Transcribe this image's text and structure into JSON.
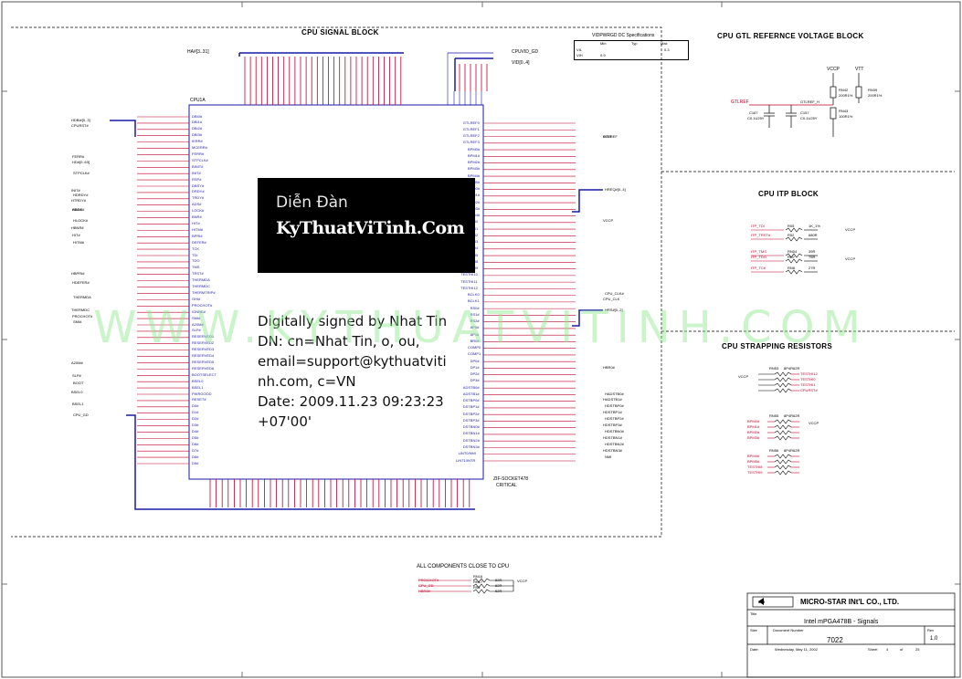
{
  "blocks": {
    "cpu_signal": "CPU SIGNAL BLOCK",
    "gtl_ref": "CPU GTL REFERNCE VOLTAGE BLOCK",
    "itp": "CPU ITP BLOCK",
    "strapping": "CPU STRAPPING RESISTORS",
    "close_to_cpu": "ALL COMPONENTS CLOSE TO CPU"
  },
  "logo": {
    "line1": "Diễn Đàn",
    "line2": "KyThuatViTinh.Com"
  },
  "signature": [
    "Digitally signed by Nhat Tin",
    "DN: cn=Nhat Tin, o, ou,",
    "email=support@kythuatviti",
    "nh.com, c=VN",
    "Date: 2009.11.23 09:23:23",
    "+07'00'"
  ],
  "watermark": "WWW.KYTHUATVITINH.COM",
  "vid_spec": {
    "title": "VIDPWRGD DC Specifications",
    "headers": [
      "Min",
      "Typ",
      "Max"
    ],
    "rows": [
      {
        "name": "VIL",
        "min": "",
        "typ": "",
        "max": "0.3"
      },
      {
        "name": "VIH",
        "min": "0.9",
        "typ": "",
        "max": ""
      }
    ]
  },
  "cpu": {
    "ref": "CPU1A",
    "part": "ZIF-SOCKET478",
    "grade": "CRITICAL"
  },
  "left_signals": [
    "HDBI#[0..3]",
    "FERR#",
    "STPCLK#",
    "INIT#",
    "ADS#",
    "HDRDY#",
    "HTRDY#",
    "HADS#",
    "HLOCK#",
    "HBNR#",
    "HIT#",
    "HITM#",
    "HBPRI#",
    "HDEFER#",
    "THERMDA",
    "THERMDC",
    "PROCHOT#",
    "SMI#",
    "A20M#",
    "SLP#",
    "BOOT",
    "BSEL0",
    "BSEL1",
    "CPU_GD",
    "CPURST#",
    "HD#[0..63]"
  ],
  "left_pins": [
    "DBI0#",
    "DBI1#",
    "DBI2#",
    "DBI3#",
    "IERR#",
    "MCERR#",
    "FERR#",
    "STPCLK#",
    "BINIT#",
    "INIT#",
    "RSP#",
    "DBSY#",
    "DRDY#",
    "TRDY#",
    "ADS#",
    "LOCK#",
    "BNR#",
    "HIT#",
    "HITM#",
    "BPRI#",
    "DEFER#",
    "TCK",
    "TDI",
    "TDO",
    "TMS",
    "TRST#",
    "THERMDA",
    "THERMDC",
    "THERMTRIP#",
    "GHI#",
    "PROCHOT#",
    "IGNNE#",
    "SMI#",
    "A20M#",
    "SLP#",
    "RESERVED1",
    "RESERVED2",
    "RESERVED3",
    "RESERVED4",
    "RESERVED5",
    "RESERVED6",
    "BOOTSELECT",
    "BSEL0",
    "BSEL1",
    "PWRGOOD",
    "RESET#",
    "D0#",
    "D1#",
    "D2#",
    "D3#",
    "D4#",
    "D5#",
    "D6#",
    "D7#",
    "D8#",
    "D9#"
  ],
  "right_pins": [
    "GTLREF0",
    "GTLREF1",
    "GTLREF2",
    "GTLREF3",
    "BPM0#",
    "BPM1#",
    "BPM2#",
    "BPM3#",
    "BPM4#",
    "BPM5#",
    "REQ0#",
    "REQ1#",
    "REQ2#",
    "REQ3#",
    "REQ4#",
    "TESTHI0",
    "TESTHI1",
    "TESTHI2",
    "TESTHI3",
    "TESTHI4",
    "TESTHI5",
    "TESTHI8",
    "TESTHI9",
    "TESTHI10",
    "TESTHI11",
    "TESTHI12",
    "BCLK0",
    "BCLK1",
    "RS0#",
    "RS1#",
    "RS2#",
    "AP0#",
    "AP1#",
    "BR0#",
    "COMP0",
    "COMP1",
    "DP0#",
    "DP1#",
    "DP2#",
    "DP3#",
    "ADSTB0#",
    "ADSTB1#",
    "DSTBP0#",
    "DSTBP1#",
    "DSTBP2#",
    "DSTBP3#",
    "DSTBN0#",
    "DSTBN1#",
    "DSTBN2#",
    "DSTBN3#",
    "LINT0/NMI",
    "LINT1/INTR"
  ],
  "right_signals": [
    "GTLREF",
    "HREQ#[0..4]",
    "VCCP",
    "CPU_CLK#",
    "CPU_CLK",
    "HRS#[0..2]",
    "HBR0#",
    "HADSTB0#",
    "HADSTB1#",
    "HDSTBP0#",
    "HDSTBP1#",
    "HDSTBP2#",
    "HDSTBP3#",
    "HDSTBN0#",
    "HDSTBN1#",
    "HDSTBN2#",
    "HDSTBN3#",
    "NMI",
    "INTR"
  ],
  "top_labels": {
    "ha_bus": "HA#[3..31]",
    "cpuvid_gd": "CPUVID_GD",
    "vid_bus": "VID[0..4]"
  },
  "gtl": {
    "vccp": "VCCP",
    "vtt": "VTT",
    "gtlref": "GTLREF",
    "r1": "RN42",
    "r1v": "200R1%",
    "r2": "RN43",
    "r2v": "100R1%",
    "r3": "RN39",
    "r3v": "200R1%",
    "c1": "C167",
    "c1v": "C0.1U25Y",
    "c2": "C157",
    "c2v": "C0.1U25Y",
    "note": "GTLREF_H"
  },
  "itp": {
    "rows": [
      {
        "sig": "ITP_TDI",
        "ref": "R05",
        "val": "1K_1%"
      },
      {
        "sig": "ITP_TRST#",
        "ref": "R52",
        "val": "680R"
      },
      {
        "sig": "ITP_TMS",
        "ref": "RN04",
        "val": "39R"
      },
      {
        "sig": "ITP_TDO",
        "ref": "RN7",
        "val": "75R"
      },
      {
        "sig": "ITP_TCK",
        "ref": "RN8",
        "val": "27R"
      }
    ],
    "vccp": "VCCP"
  },
  "strap": {
    "vccp": "VCCP",
    "groups": [
      {
        "ref": "RN53",
        "val": "8P4R62R",
        "sigs": [
          "TESTHI12",
          "TESTHI0",
          "TESTHI1",
          "CPURST#"
        ]
      },
      {
        "ref": "RN55",
        "val": "8P4R62R",
        "sigs": [
          "BPM0#",
          "BPM1#",
          "BPM2#",
          "BPM3#"
        ]
      },
      {
        "ref": "RN56",
        "val": "8P4R62R",
        "sigs": [
          "BPM4#",
          "BPM5#",
          "TESTHI8",
          "TESTHI9"
        ]
      }
    ]
  },
  "close": {
    "rows": [
      {
        "sig": "PROCHOT#",
        "ref": "RN16",
        "val": "62R"
      },
      {
        "sig": "CPU_GD",
        "ref": "RN17",
        "val": "62R"
      },
      {
        "sig": "HBR0#",
        "ref": "R53",
        "val": "62R"
      }
    ],
    "vccp": "VCCP"
  },
  "title_block": {
    "company": "MICRO-STAR INt'L CO., LTD.",
    "logo": "MSI",
    "title_label": "Title",
    "title": "Intel mPGA478B - Signals",
    "size_label": "Size",
    "doc_label": "Document Number",
    "rev_label": "Rev",
    "doc": "7022",
    "rev": "1.0",
    "date_label": "Date:",
    "date": "Wednesday, May 11, 2002",
    "sheet_label": "Sheet",
    "sheet": "4",
    "of_label": "of",
    "total": "25"
  },
  "colors": {
    "bus": "#1a1aa8",
    "net": "#c0002a",
    "border": "#000000"
  }
}
